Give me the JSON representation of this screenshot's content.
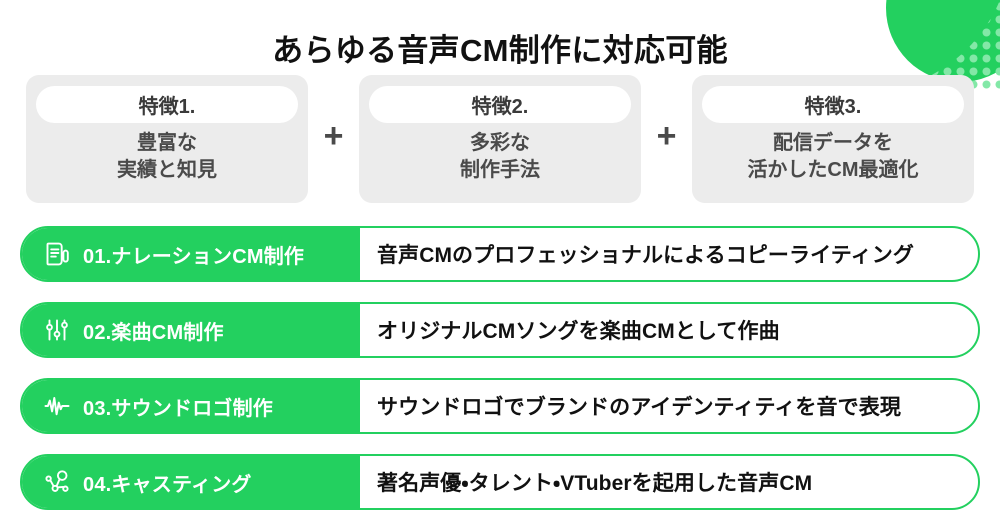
{
  "page": {
    "title": "あらゆる音声CM制作に対応可能",
    "accent_color": "#23D05F",
    "card_bg_color": "#ECECEC",
    "text_color": "#111111"
  },
  "decoration": {
    "corner_shape": "quarter-circle-dots",
    "dot_color": "#7EE6A4",
    "blob_color": "#23D05F"
  },
  "features": {
    "separator": "+",
    "items": [
      {
        "label": "特徴1.",
        "body": "豊富な\n実績と知見"
      },
      {
        "label": "特徴2.",
        "body": "多彩な\n制作手法"
      },
      {
        "label": "特徴3.",
        "body": "配信データを\n活かしたCM最適化"
      }
    ]
  },
  "services": {
    "rows": [
      {
        "icon": "document-pen-icon",
        "title": "01.ナレーションCM制作",
        "description": "音声CMのプロフェッショナルによるコピーライティング"
      },
      {
        "icon": "equalizer-sliders-icon",
        "title": "02.楽曲CM制作",
        "description": "オリジナルCMソングを楽曲CMとして作曲"
      },
      {
        "icon": "waveform-pulse-icon",
        "title": "03.サウンドロゴ制作",
        "description": "サウンドロゴでブランドのアイデンティティを音で表現"
      },
      {
        "icon": "network-nodes-icon",
        "title": "04.キャスティング",
        "description": "著名声優・タレント・VTuberを起用した音声CM"
      }
    ]
  }
}
